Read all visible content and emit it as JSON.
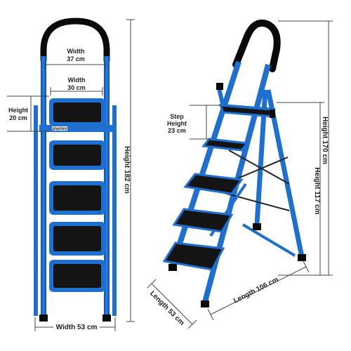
{
  "colors": {
    "frame_blue": "#1e6fd0",
    "frame_dark": "#0e4d9c",
    "step_black": "#141414",
    "grip_black": "#0a0a0a",
    "dimension_line": "#444444",
    "text": "#222222"
  },
  "brand_logo_text": "plantex",
  "front_view": {
    "top_width_label": "Width",
    "top_width_value": "37 cm",
    "inner_width_label": "Width",
    "inner_width_value": "30 cm",
    "step_height_label": "Height",
    "step_height_value": "20 cm",
    "total_height": "Height 182 cm",
    "bottom_width": "Width 53 cm",
    "step_count": 5
  },
  "side_view": {
    "step_height_line1": "Step",
    "step_height_line2": "Height",
    "step_height_value": "23 cm",
    "total_height": "Height 170 cm",
    "platform_height": "Height 117 cm",
    "length_base": "Length 106 cm",
    "length_depth": "Length 53 cm"
  }
}
